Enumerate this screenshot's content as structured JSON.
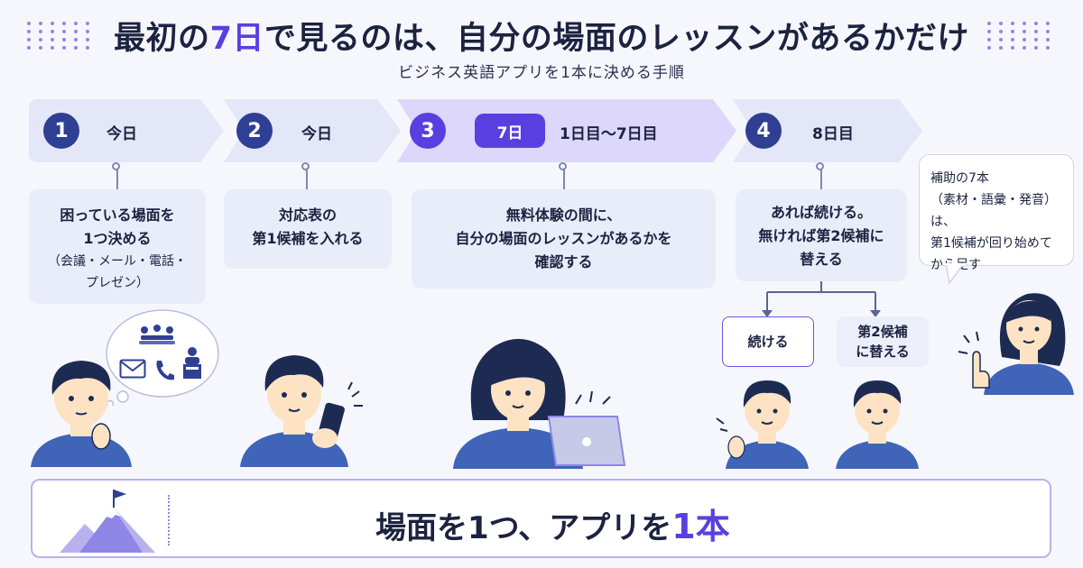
{
  "header": {
    "title_pre": "最初の",
    "title_highlight": "7日",
    "title_post": "で見るのは、自分の場面のレッスンがあるかだけ",
    "subtitle": "ビジネス英語アプリを1本に決める手順"
  },
  "steps": [
    {
      "number": "1",
      "label": "今日",
      "text_lines": [
        "困っている場面を",
        "1つ決める"
      ],
      "sub_lines": [
        "（会議・メール・電話・",
        "プレゼン）"
      ]
    },
    {
      "number": "2",
      "label": "今日",
      "text_lines": [
        "対応表の",
        "第1候補を入れる"
      ]
    },
    {
      "number": "3",
      "badge": "7日",
      "label": "1日目〜7日目",
      "text_lines": [
        "無料体験の間に、",
        "自分の場面のレッスンがあるかを",
        "確認する"
      ]
    },
    {
      "number": "4",
      "label": "8日目",
      "text_lines": [
        "あれば続ける。",
        "無ければ第2候補に",
        "替える"
      ]
    }
  ],
  "branches": [
    {
      "lines": [
        "続ける"
      ]
    },
    {
      "lines": [
        "第2候補",
        "に替える"
      ]
    }
  ],
  "note": {
    "lines": [
      "補助の7本",
      "（素材・語彙・発音）は、",
      "第1候補が回り始めて",
      "から足す"
    ]
  },
  "banner": {
    "text_pre": "場面を1つ、アプリを",
    "text_highlight": "1本"
  },
  "colors": {
    "accent": "#5a3fe0",
    "navy": "#2f3f93",
    "chevron": "#e4e7f8",
    "chevron_active": "#dcd7fb",
    "box": "#e9ecf9",
    "skin": "#fde3c4",
    "shirt": "#3f64b8",
    "hair": "#1d2b52"
  },
  "icons": [
    "meeting-icon",
    "mail-icon",
    "phone-icon",
    "presentation-icon",
    "smartphone-icon",
    "laptop-icon",
    "mountain-flag-icon"
  ]
}
